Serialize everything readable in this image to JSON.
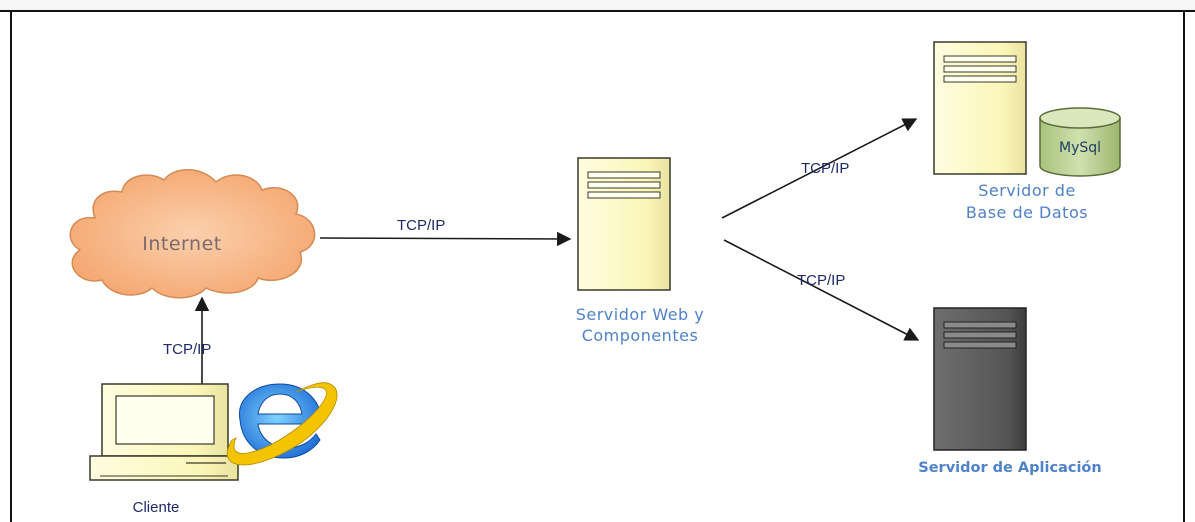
{
  "nodes": {
    "cloud": {
      "label": "Internet"
    },
    "web_server": {
      "label_line1": "Servidor Web y",
      "label_line2": "Componentes"
    },
    "db_server": {
      "label_line1": "Servidor de",
      "label_line2": "Base de Datos",
      "db_label": "MySql"
    },
    "app_server": {
      "label": "Servidor de Aplicación"
    },
    "client": {
      "label": "Cliente"
    }
  },
  "edges": {
    "client_to_internet": "TCP/IP",
    "internet_to_web": "TCP/IP",
    "web_to_db": "TCP/IP",
    "web_to_app": "TCP/IP"
  },
  "colors": {
    "label_blue": "#4f82c8",
    "tcp_label": "#1f2a6b",
    "server_light": "#fdfbc8",
    "server_dark": "#5a5a5a",
    "cloud_fill": "#f8b98a",
    "db_fill": "#bfd49a"
  }
}
